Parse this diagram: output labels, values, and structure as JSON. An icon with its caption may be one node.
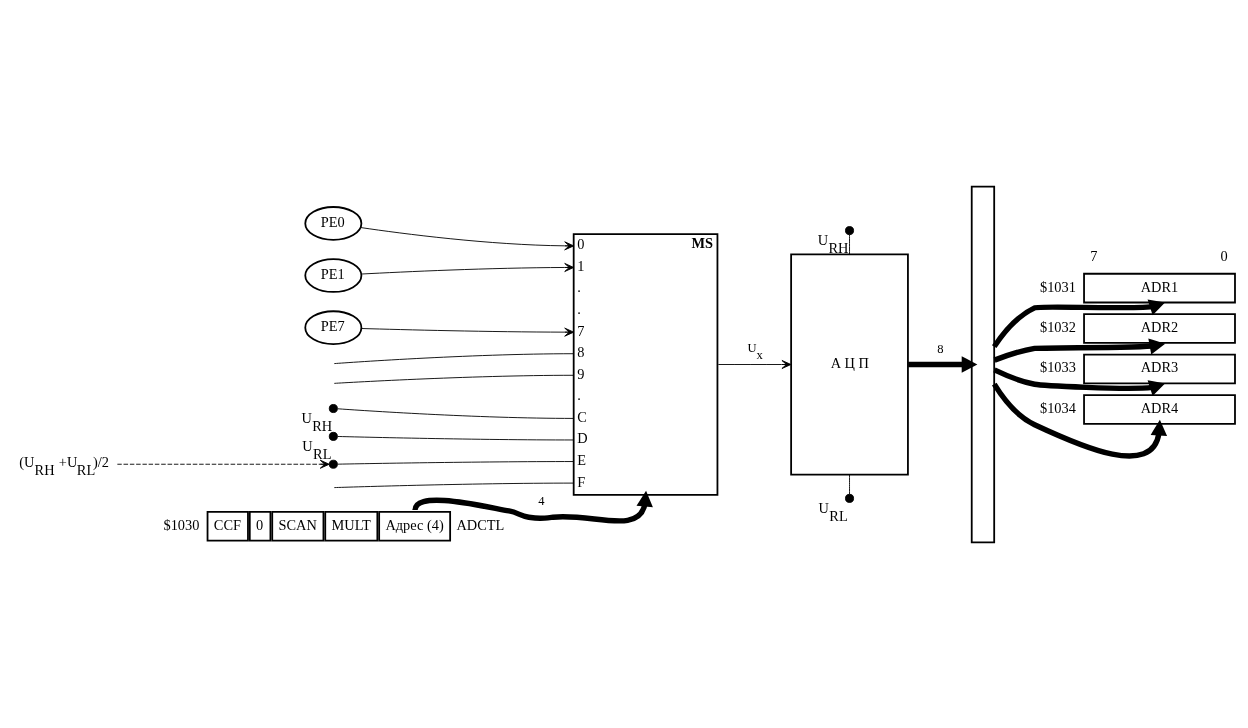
{
  "diagram": {
    "nodes": [
      {
        "text": [
          "PE0"
        ]
      },
      {
        "text": [
          "PE1"
        ]
      },
      {
        "text": [
          "PE7"
        ]
      },
      {
        "text": [],
        "shape": "circle",
        "beside": [
          "U$_{RH}$"
        ]
      },
      {
        "text": [],
        "shape": "circle",
        "beside": [
          "U$_{RL}$"
        ]
      },
      {
        "text": [],
        "shape": "circle"
      },
      {
        "text": [
          "(U$_{RH}$ +U$_{RL}$)/2"
        ]
      },
      {
        "text": [
          "MS",
          "0",
          "1",
          ".",
          ".",
          "7",
          "8",
          "9",
          ".",
          "C",
          "D",
          "E",
          "F"
        ]
      },
      {
        "text": [
          "А Ц П"
        ]
      },
      {
        "text": [],
        "shape": "circle",
        "beside": [
          "U$_{RH}$"
        ]
      },
      {
        "text": [],
        "shape": "circle",
        "beside": [
          "U$_{RL}$"
        ]
      },
      {
        "text": [],
        "shape": "bar"
      },
      {
        "text": [
          "ADR1"
        ],
        "beside": [
          "$1031",
          "7",
          "0"
        ]
      },
      {
        "text": [
          "ADR2"
        ],
        "beside": [
          "$1032"
        ]
      },
      {
        "text": [
          "ADR3"
        ],
        "beside": [
          "$1033"
        ]
      },
      {
        "text": [
          "ADR4"
        ],
        "beside": [
          "$1034"
        ]
      },
      {
        "text": [
          "CCF",
          "0",
          "SCAN",
          "MULT",
          "Адрес (4)"
        ],
        "beside": [
          "$1030",
          "ADCTL"
        ]
      }
    ],
    "edges": [
      {
        "from": 0,
        "to": 7,
        "arrow": "to"
      },
      {
        "from": 1,
        "to": 7,
        "arrow": "to"
      },
      {
        "from": 2,
        "to": 7,
        "arrow": "to"
      },
      {
        "from": null,
        "to": 7,
        "arrow": "none"
      },
      {
        "from": null,
        "to": 7,
        "arrow": "none"
      },
      {
        "from": 3,
        "to": 7,
        "arrow": "none"
      },
      {
        "from": 4,
        "to": 7,
        "arrow": "none"
      },
      {
        "from": 5,
        "to": 7,
        "arrow": "none"
      },
      {
        "from": 6,
        "to": 5,
        "arrow": "to",
        "style": "dashed"
      },
      {
        "from": null,
        "to": 7,
        "arrow": "none"
      },
      {
        "from": 7,
        "to": 8,
        "arrow": "to",
        "label": "U$_{x}$"
      },
      {
        "from": 9,
        "to": 8,
        "arrow": "none"
      },
      {
        "from": 10,
        "to": 8,
        "arrow": "none"
      },
      {
        "from": 8,
        "to": 11,
        "arrow": "to",
        "label": "8",
        "style": "thick"
      },
      {
        "from": 11,
        "to": 12,
        "arrow": "to",
        "style": "thick"
      },
      {
        "from": 11,
        "to": 13,
        "arrow": "to",
        "style": "thick"
      },
      {
        "from": 11,
        "to": 14,
        "arrow": "to",
        "style": "thick"
      },
      {
        "from": 11,
        "to": 15,
        "arrow": "to",
        "style": "thick"
      },
      {
        "from": 16,
        "to": 7,
        "arrow": "to",
        "label": "4",
        "style": "thick"
      }
    ]
  }
}
